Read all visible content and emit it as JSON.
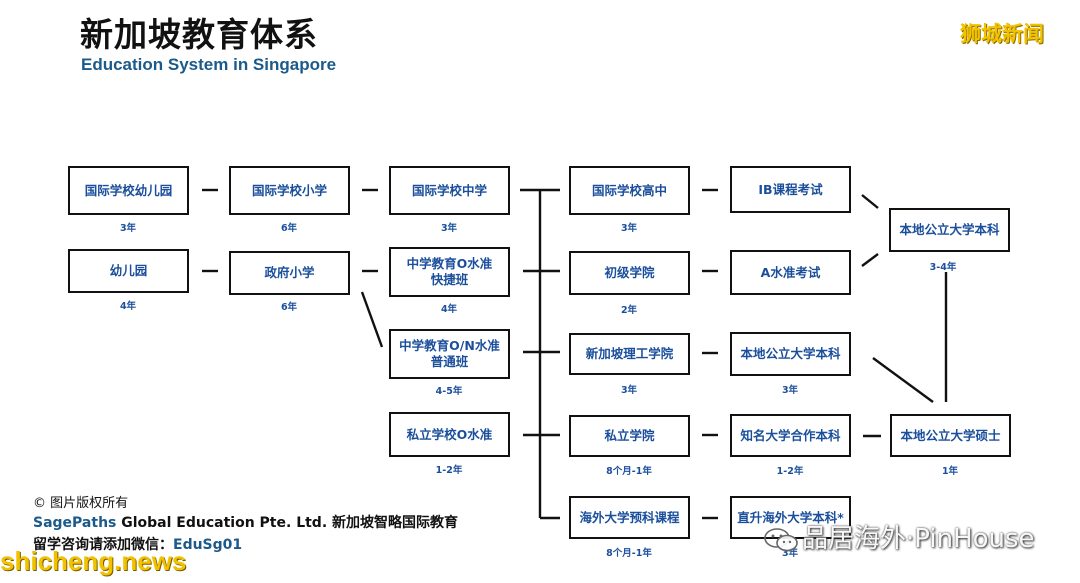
{
  "header": {
    "title": "新加坡教育体系",
    "subtitle": "Education System in Singapore",
    "brand": "狮城新闻"
  },
  "nodes": {
    "intl_kindergarten": {
      "label": "国际学校幼儿园",
      "duration": "3年"
    },
    "kindergarten": {
      "label": "幼儿园",
      "duration": "4年"
    },
    "intl_primary": {
      "label": "国际学校小学",
      "duration": "6年"
    },
    "gov_primary": {
      "label": "政府小学",
      "duration": "6年"
    },
    "intl_secondary": {
      "label": "国际学校中学",
      "duration": "3年"
    },
    "o_level_express": {
      "label": "中学教育O水准\n快捷班",
      "duration": "4年"
    },
    "on_level_normal": {
      "label": "中学教育O/N水准\n普通班",
      "duration": "4-5年"
    },
    "private_o_level": {
      "label": "私立学校O水准",
      "duration": "1-2年"
    },
    "intl_high": {
      "label": "国际学校高中",
      "duration": "3年"
    },
    "junior_college": {
      "label": "初级学院",
      "duration": "2年"
    },
    "polytechnic": {
      "label": "新加坡理工学院",
      "duration": "3年"
    },
    "private_college": {
      "label": "私立学院",
      "duration": "8个月-1年"
    },
    "foundation": {
      "label": "海外大学预科课程",
      "duration": "8个月-1年"
    },
    "ib_exam": {
      "label": "IB课程考试",
      "duration": ""
    },
    "a_level_exam": {
      "label": "A水准考试",
      "duration": ""
    },
    "local_bachelor_poly": {
      "label": "本地公立大学本科",
      "duration": "3年"
    },
    "partner_bachelor": {
      "label": "知名大学合作本科",
      "duration": "1-2年"
    },
    "direct_bachelor": {
      "label": "直升海外大学本科*",
      "duration": "3年"
    },
    "local_bachelor": {
      "label": "本地公立大学本科",
      "duration": "3-4年"
    },
    "local_master": {
      "label": "本地公立大学硕士",
      "duration": "1年"
    }
  },
  "footer": {
    "copyright": "© 图片版权所有",
    "company_brand": "SagePaths",
    "company_rest": " Global Education Pte. Ltd. 新加坡智略国际教育",
    "contact_label": "留学咨询请添加微信：",
    "wechat_id": "EduSg01"
  },
  "watermarks": {
    "pinhouse": "品居海外·PinHouse",
    "site": "shicheng.news"
  },
  "colors": {
    "box_text": "#1b4f9c",
    "subtitle": "#1b5a8a",
    "brand": "#f2c200",
    "line": "#111111"
  }
}
